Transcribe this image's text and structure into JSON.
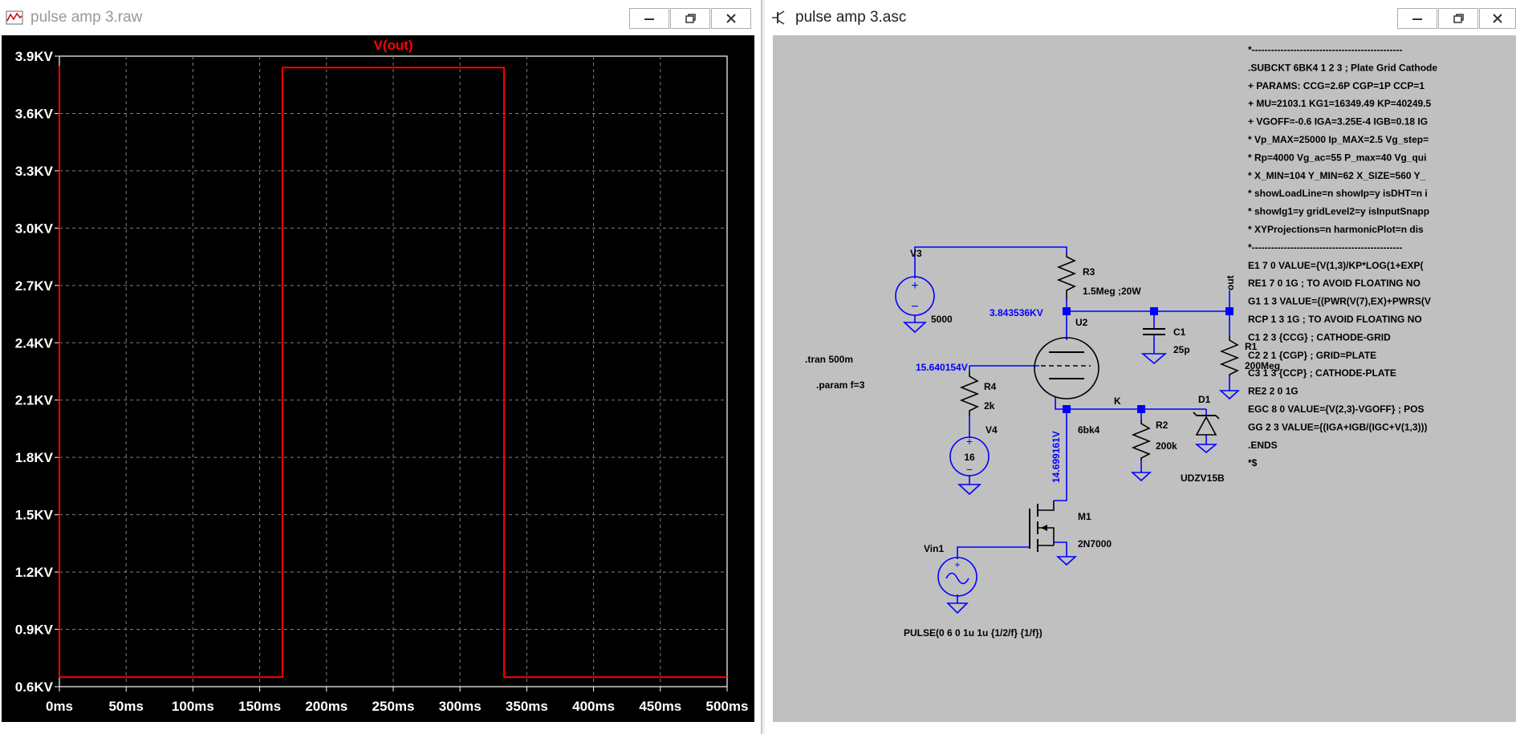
{
  "waveform_window": {
    "title": "pulse amp 3.raw",
    "trace_label": "V(out)",
    "trace_color": "#ff0000",
    "grid_color": "#808080"
  },
  "schematic_window": {
    "title": "pulse amp 3.asc",
    "wire_color": "#0000ff",
    "background": "#c0c0c0",
    "labels": {
      "v3": "V3",
      "v3_value": "5000",
      "r3": "R3",
      "r3_value": "1.5Meg ;20W",
      "node_plate_v": "3.843536KV",
      "u2": "U2",
      "c1": "C1",
      "c1_value": "25p",
      "r1": "R1",
      "r1_value": "200Meg",
      "out": "out",
      "tran": ".tran 500m",
      "param": ".param f=3",
      "node_grid_v": "15.640154V",
      "r4": "R4",
      "r4_value": "2k",
      "v4": "V4",
      "v4_value": "16",
      "k": "K",
      "d1": "D1",
      "d1_value": "UDZV15B",
      "r2": "R2",
      "r2_value": "200k",
      "tube_model": "6bk4",
      "node_cathode_v": "14.699161V",
      "m1": "M1",
      "m1_value": "2N7000",
      "vin1": "Vin1",
      "pulse": "PULSE(0 6 0 1u 1u {1/2/f} {1/f})"
    },
    "netlist": [
      "*-----------------------------------------------",
      ".SUBCKT 6BK4 1 2 3 ; Plate Grid Cathode",
      "+ PARAMS: CCG=2.6P  CGP=1P CCP=1",
      "+ MU=2103.1 KG1=16349.49 KP=40249.5",
      "+ VGOFF=-0.6 IGA=3.25E-4 IGB=0.18 IG",
      "* Vp_MAX=25000 Ip_MAX=2.5 Vg_step=",
      "* Rp=4000 Vg_ac=55 P_max=40 Vg_qui",
      "* X_MIN=104 Y_MIN=62 X_SIZE=560 Y_",
      "* showLoadLine=n showIp=y isDHT=n i",
      "* showIg1=y gridLevel2=y isInputSnapp",
      "* XYProjections=n harmonicPlot=n dis",
      "*-----------------------------------------------",
      "E1 7 0 VALUE={V(1,3)/KP*LOG(1+EXP(",
      "RE1 7 0 1G  ; TO AVOID FLOATING NO",
      "G1 1 3 VALUE={(PWR(V(7),EX)+PWRS(V",
      "RCP 1 3 1G   ; TO AVOID FLOATING NO",
      "C1 2 3 {CCG} ; CATHODE-GRID",
      "C2 2 1 {CGP} ; GRID=PLATE",
      "C3 1 3 {CCP} ; CATHODE-PLATE",
      "RE2 2 0 1G",
      "EGC 8 0 VALUE={V(2,3)-VGOFF} ; POS",
      "GG 2 3 VALUE={(IGA+IGB/(IGC+V(1,3)))",
      ".ENDS",
      "*$"
    ]
  },
  "chart_data": {
    "type": "line",
    "title": "V(out)",
    "xlabel": "",
    "ylabel": "",
    "x_ticks": [
      "0ms",
      "50ms",
      "100ms",
      "150ms",
      "200ms",
      "250ms",
      "300ms",
      "350ms",
      "400ms",
      "450ms",
      "500ms"
    ],
    "y_ticks": [
      "0.6KV",
      "0.9KV",
      "1.2KV",
      "1.5KV",
      "1.8KV",
      "2.1KV",
      "2.4KV",
      "2.7KV",
      "3.0KV",
      "3.3KV",
      "3.6KV",
      "3.9KV"
    ],
    "xlim": [
      0,
      500
    ],
    "ylim": [
      0.6,
      3.9
    ],
    "grid": true,
    "series": [
      {
        "name": "V(out)",
        "x": [
          0,
          0,
          167,
          167,
          333,
          333,
          500
        ],
        "y": [
          3.85,
          0.65,
          0.65,
          3.84,
          3.84,
          0.65,
          0.65
        ]
      }
    ]
  }
}
